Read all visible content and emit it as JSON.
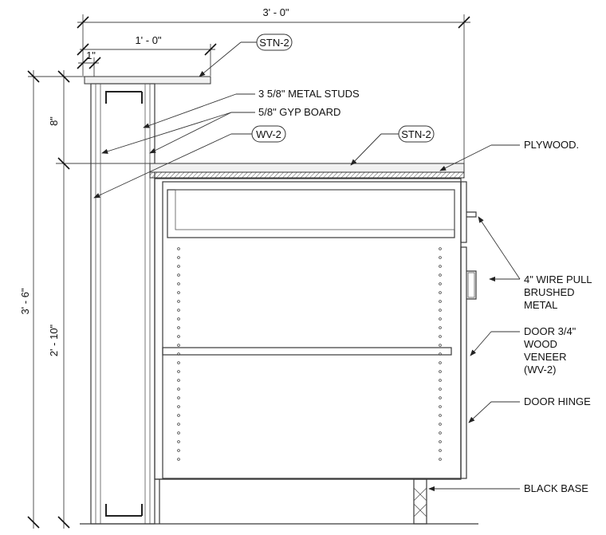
{
  "dimensions": {
    "overall_width": "3' - 0\"",
    "wall_width": "1' - 0\"",
    "one_inch": "1\"",
    "overall_height": "3' - 6\"",
    "upper_height": "8\"",
    "lower_height": "2' - 10\""
  },
  "tags": {
    "stone_top": "STN-2",
    "stone_counter": "STN-2",
    "wood_veneer": "WV-2"
  },
  "callouts": {
    "metal_studs": "3 5/8\" METAL STUDS",
    "gyp_board": "5/8\" GYP BOARD",
    "plywood": "PLYWOOD.",
    "wire_pull": [
      "4\" WIRE PULL",
      "BRUSHED",
      "METAL"
    ],
    "door": [
      "DOOR 3/4\"",
      "WOOD",
      "VENEER",
      "(WV-2)"
    ],
    "door_hinge": "DOOR HINGE",
    "black_base": "BLACK BASE"
  },
  "colors": {
    "line": "#3a3a3a",
    "background": "#ffffff"
  }
}
